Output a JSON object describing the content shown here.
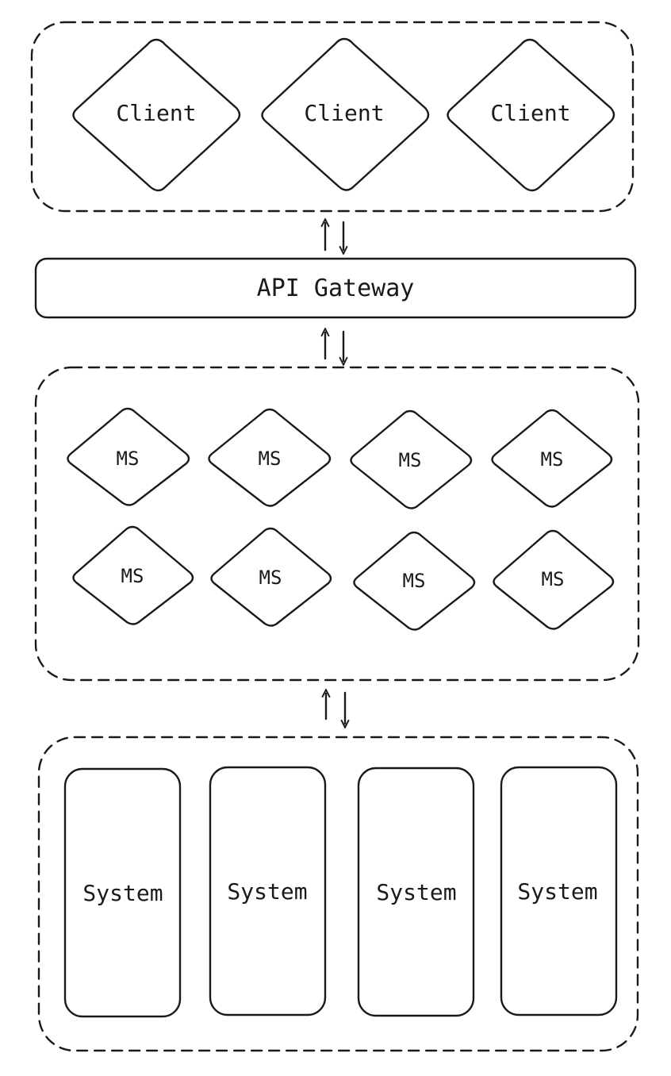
{
  "clients": [
    "Client",
    "Client",
    "Client"
  ],
  "gateway": {
    "label": "API Gateway"
  },
  "microservices": {
    "row1": [
      "MS",
      "MS",
      "MS",
      "MS"
    ],
    "row2": [
      "MS",
      "MS",
      "MS",
      "MS"
    ]
  },
  "systems": [
    "System",
    "System",
    "System",
    "System"
  ],
  "colors": {
    "stroke": "#1a1a1a",
    "background": "#ffffff"
  }
}
